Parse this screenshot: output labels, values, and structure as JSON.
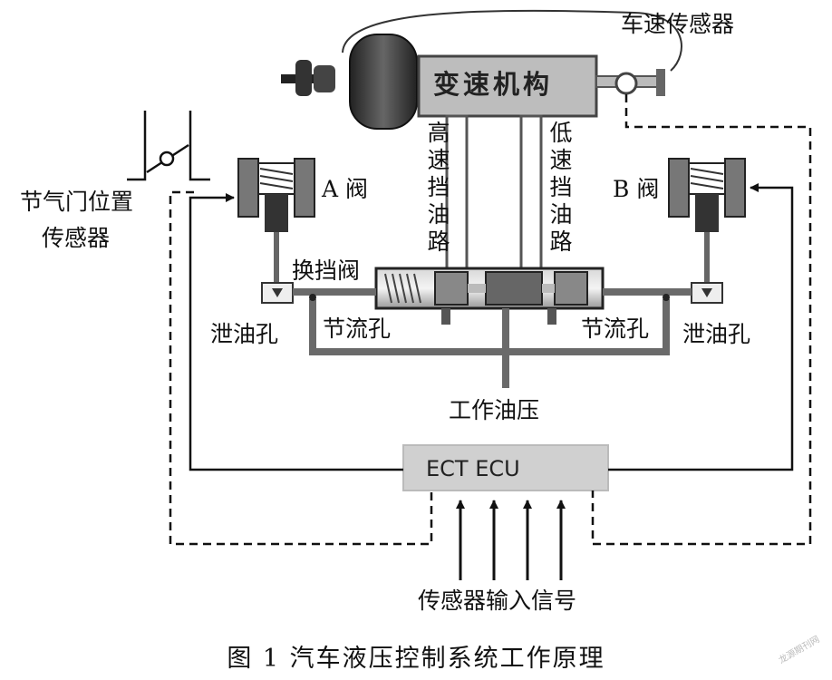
{
  "labels": {
    "speed_sensor": "车速传感器",
    "gear_mechanism": "变速机构",
    "high_gear_oil": "高速挡油路",
    "low_gear_oil": "低速挡油路",
    "valve_a": "A 阀",
    "valve_b": "B 阀",
    "throttle_sensor_line1": "节气门位置",
    "throttle_sensor_line2": "传感器",
    "shift_valve": "换挡阀",
    "drain_left": "泄油孔",
    "drain_right": "泄油孔",
    "throttle_hole_left": "节流孔",
    "throttle_hole_right": "节流孔",
    "working_pressure": "工作油压",
    "ecu": "ECT  ECU",
    "sensor_inputs": "传感器输入信号"
  },
  "caption": "图 1    汽车液压控制系统工作原理",
  "watermark": "龙源期刊网"
}
